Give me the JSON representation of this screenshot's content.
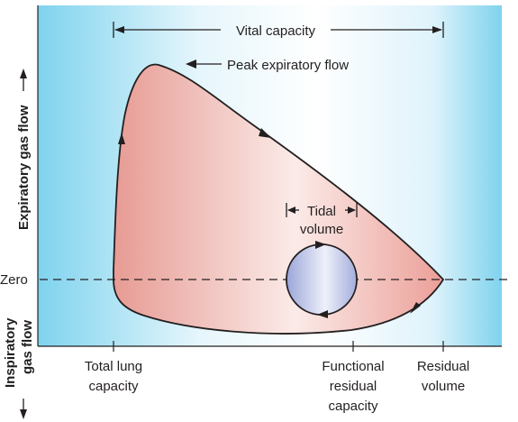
{
  "labels": {
    "vital_capacity": "Vital capacity",
    "peak_expiratory_flow": "Peak expiratory flow",
    "tidal_line1": "Tidal",
    "tidal_line2": "volume",
    "zero": "Zero",
    "expiratory_axis": "Expiratory gas flow",
    "inspiratory_line1": "Inspiratory",
    "inspiratory_line2": "gas flow",
    "total_lung_line1": "Total lung",
    "total_lung_line2": "capacity",
    "frc_line1": "Functional",
    "frc_line2": "residual",
    "frc_line3": "capacity",
    "residual_line1": "Residual",
    "residual_line2": "volume"
  },
  "colors": {
    "background_edge": "#7fd3ee",
    "background_center": "#ffffff",
    "loop_fill_dark": "#e8a09a",
    "loop_fill_light": "#fbe9e6",
    "tidal_fill_dark": "#9aa5d6",
    "tidal_fill_light": "#e6e9f6",
    "ink": "#231f20"
  }
}
